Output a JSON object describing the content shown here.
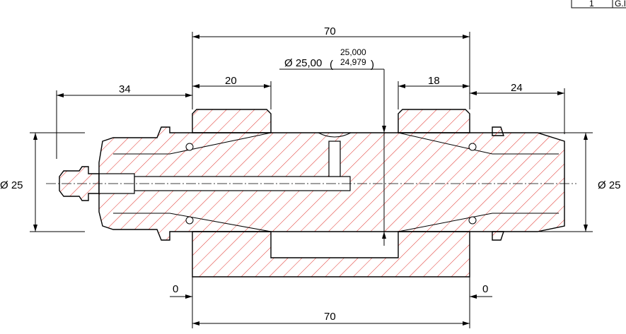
{
  "title_block": {
    "cells": [
      "1",
      "G.I"
    ]
  },
  "dimensions": {
    "overall_top": "70",
    "overall_bottom": "70",
    "left_hub": "20",
    "right_hub": "18",
    "right_end": "24",
    "left_end": "34",
    "left_diameter": "Ø 25",
    "right_diameter": "Ø 25",
    "offset_left": "0",
    "offset_right": "0",
    "shaft_diameter": "Ø 25,00",
    "tolerance_upper": "25,000",
    "tolerance_lower": "24,979"
  },
  "colors": {
    "hatch": "#e0302a",
    "outline": "#000000"
  }
}
